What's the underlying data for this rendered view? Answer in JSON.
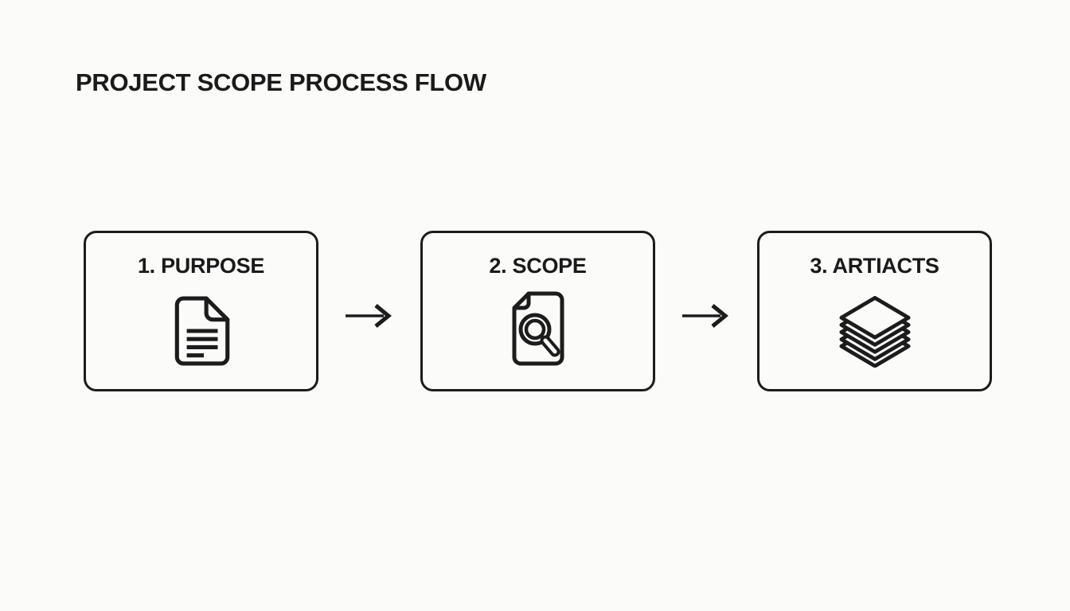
{
  "page": {
    "background_color": "#fbfbf9",
    "ink_color": "#1c1c1c"
  },
  "title": "PROJECT SCOPE PROCESS FLOW",
  "flow": {
    "connector_icon": "arrow-right-icon",
    "steps": [
      {
        "label": "1. PURPOSE",
        "icon": "document-icon"
      },
      {
        "label": "2. SCOPE",
        "icon": "document-search-icon"
      },
      {
        "label": "3. ARTIACTS",
        "icon": "layers-icon"
      }
    ]
  }
}
